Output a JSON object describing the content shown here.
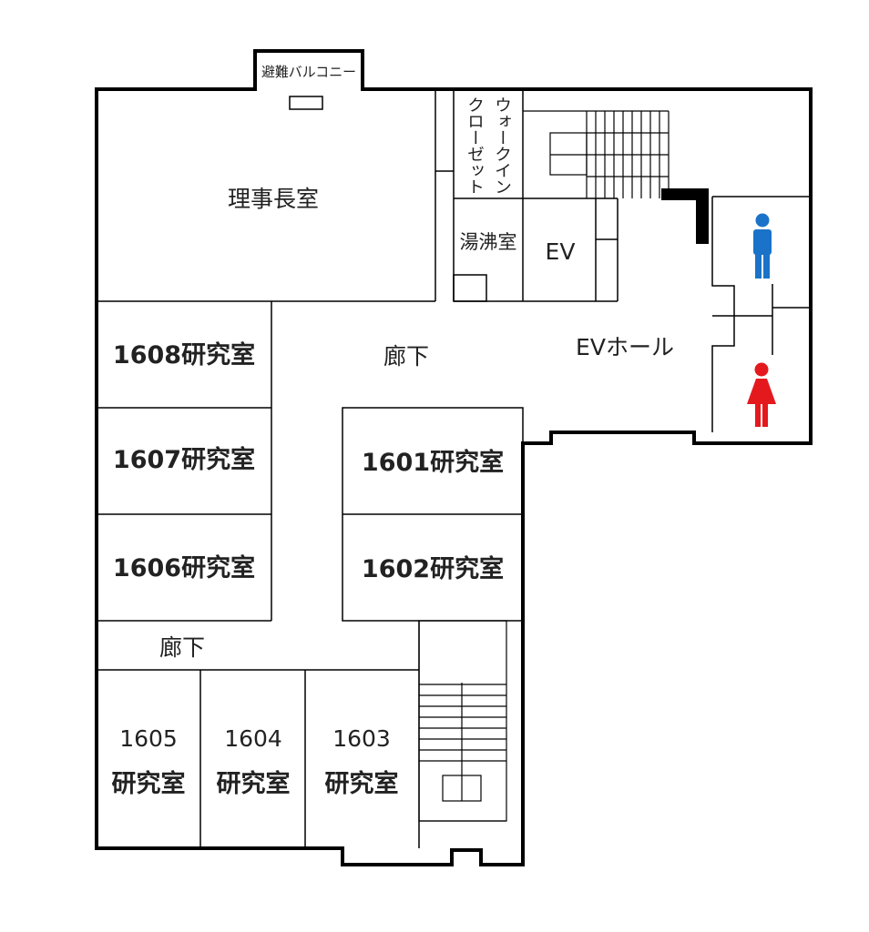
{
  "rooms": {
    "balcony": "避難バルコニー",
    "director": "理事長室",
    "closet": "ウォークインクローゼット",
    "closet_col1": "ウォークイン",
    "closet_col2": "クローゼット",
    "kitchen": "湯沸室",
    "elevator": "EV",
    "elevator_hall": "EVホール",
    "corridor_upper": "廊下",
    "corridor_lower": "廊下",
    "r1608": "1608研究室",
    "r1607": "1607研究室",
    "r1606": "1606研究室",
    "r1601": "1601研究室",
    "r1602": "1602研究室",
    "r1605_num": "1605",
    "r1605_word": "研究室",
    "r1604_num": "1604",
    "r1604_word": "研究室",
    "r1603_num": "1603",
    "r1603_word": "研究室"
  },
  "icons": {
    "male_restroom": "male-restroom-icon",
    "female_restroom": "female-restroom-icon",
    "male_color": "#1a73c8",
    "female_color": "#e4191e"
  }
}
